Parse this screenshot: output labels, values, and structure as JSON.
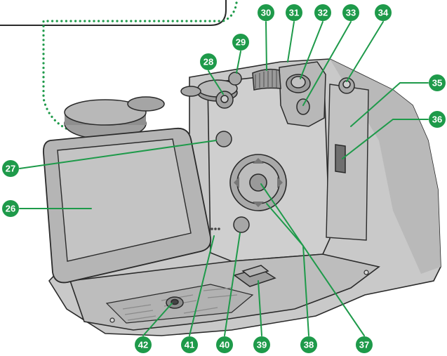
{
  "colors": {
    "accent": "#1e9a4a",
    "camera_body": "#c9c9c9",
    "camera_outline": "#2a2a2a",
    "screen": "#c4c4c4"
  },
  "callouts": [
    {
      "number": "26"
    },
    {
      "number": "27"
    },
    {
      "number": "28"
    },
    {
      "number": "29"
    },
    {
      "number": "30"
    },
    {
      "number": "31"
    },
    {
      "number": "32"
    },
    {
      "number": "33"
    },
    {
      "number": "34"
    },
    {
      "number": "35"
    },
    {
      "number": "36"
    },
    {
      "number": "37"
    },
    {
      "number": "38"
    },
    {
      "number": "39"
    },
    {
      "number": "40"
    },
    {
      "number": "41"
    },
    {
      "number": "42"
    }
  ]
}
